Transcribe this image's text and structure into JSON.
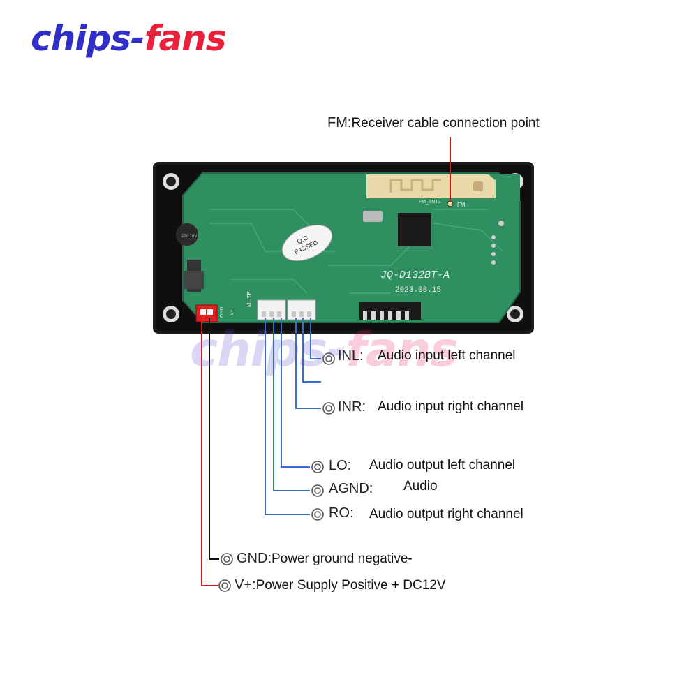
{
  "brand": {
    "part1": "chips-",
    "part2": "fans"
  },
  "watermark": {
    "part1": "chips-",
    "part2": "fans"
  },
  "board": {
    "model": "JQ-D132BT-A",
    "date": "2023.08.15",
    "qc_line1": "Q.C",
    "qc_line2": "PASSED",
    "silk_mute": "MUTE",
    "silk_gnd": "GND",
    "silk_vplus": "V+",
    "silk_fm": "FM",
    "silk_fm_tnt": "FM_TNT3",
    "cap_text": "220 10V"
  },
  "callouts": {
    "fm": {
      "pin": "FM:",
      "desc": "Receiver cable connection point"
    },
    "inl": {
      "pin": "INL:",
      "desc": "Audio input left channel"
    },
    "inr": {
      "pin": "INR:",
      "desc": "Audio input right channel"
    },
    "lo": {
      "pin": "LO:",
      "desc": "Audio output left channel"
    },
    "agnd": {
      "pin": "AGND:",
      "desc": "Audio"
    },
    "ro": {
      "pin": "RO:",
      "desc": "Audio output right channel"
    },
    "gnd": {
      "pin": "GND:",
      "desc": "Power ground negative-"
    },
    "vplus": {
      "pin": "V+:",
      "desc": "Power Supply Positive + DC12V"
    }
  },
  "colors": {
    "blue_line": "#2f6fd0",
    "red_line": "#d81818",
    "black_line": "#111111",
    "pcb": "#2e8a5c",
    "bezel": "#1a1a1a"
  }
}
